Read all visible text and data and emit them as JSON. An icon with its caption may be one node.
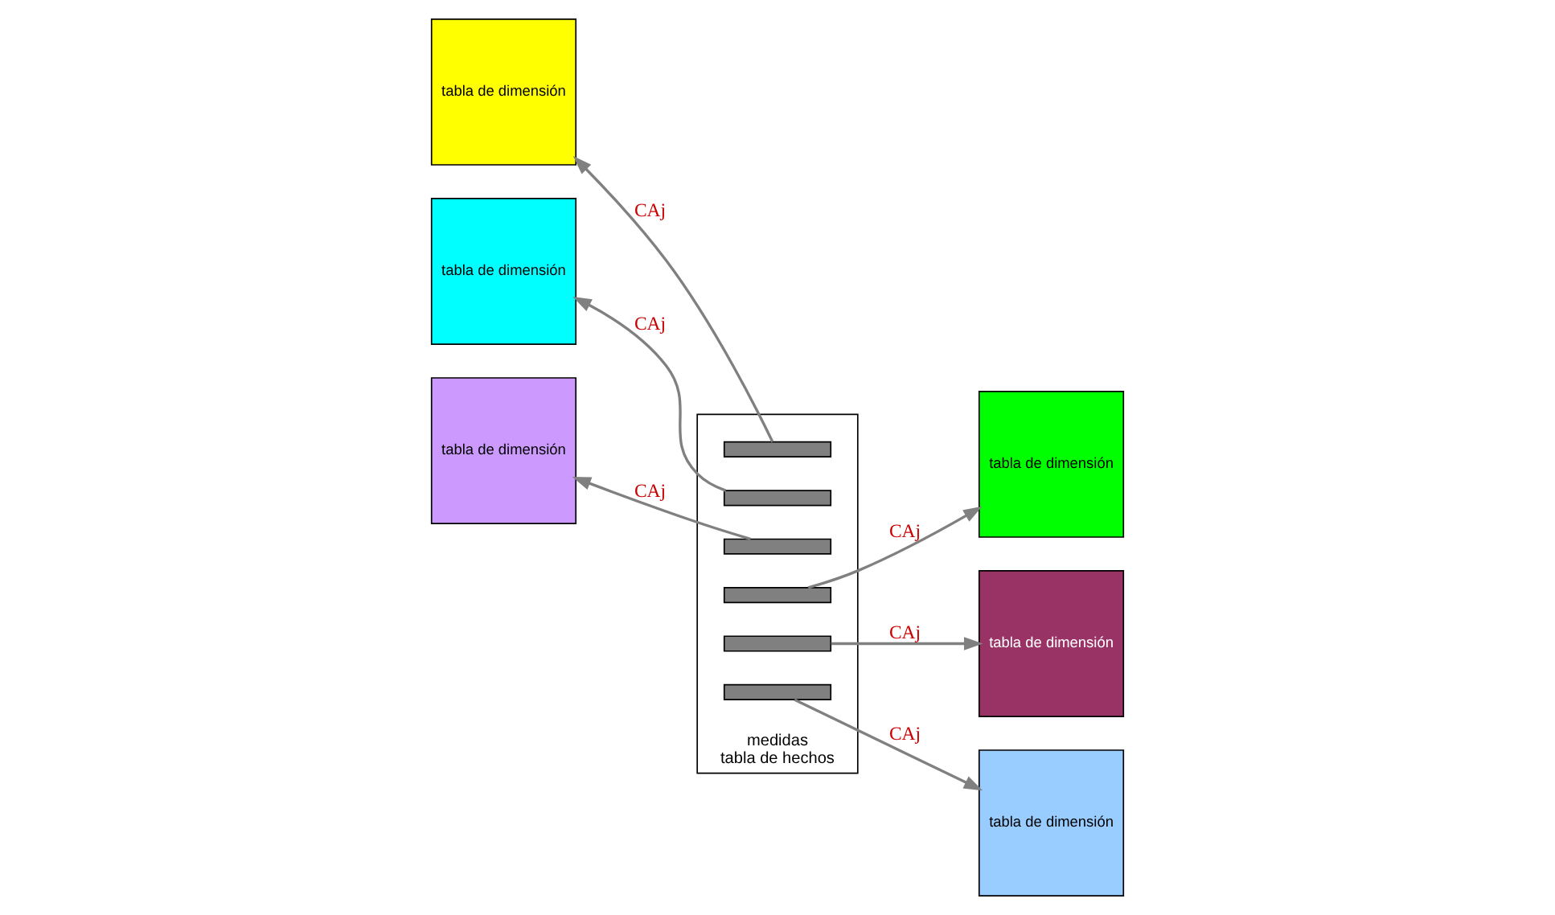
{
  "diagram": {
    "nodes": [
      {
        "text": [
          "tabla de dimensión"
        ]
      },
      {
        "text": [
          "tabla de dimensión"
        ]
      },
      {
        "text": [
          "tabla de dimensión"
        ]
      },
      {
        "text": [
          "medidas",
          "tabla de hechos"
        ]
      },
      {
        "text": [],
        "shape": "bar",
        "in": 3
      },
      {
        "text": [],
        "shape": "bar",
        "in": 3
      },
      {
        "text": [],
        "shape": "bar",
        "in": 3
      },
      {
        "text": [],
        "shape": "bar",
        "in": 3
      },
      {
        "text": [],
        "shape": "bar",
        "in": 3
      },
      {
        "text": [],
        "shape": "bar",
        "in": 3
      },
      {
        "text": [
          "tabla de dimensión"
        ]
      },
      {
        "text": [
          "tabla de dimensión"
        ]
      },
      {
        "text": [
          "tabla de dimensión"
        ]
      }
    ],
    "edges": [
      {
        "from": 4,
        "to": 0,
        "arrow": "to",
        "label": "CAj"
      },
      {
        "from": 5,
        "to": 1,
        "arrow": "to",
        "label": "CAj"
      },
      {
        "from": 6,
        "to": 2,
        "arrow": "to",
        "label": "CAj"
      },
      {
        "from": 7,
        "to": 10,
        "arrow": "to",
        "label": "CAj"
      },
      {
        "from": 8,
        "to": 11,
        "arrow": "to",
        "label": "CAj"
      },
      {
        "from": 9,
        "to": 12,
        "arrow": "to",
        "label": "CAj"
      }
    ]
  }
}
